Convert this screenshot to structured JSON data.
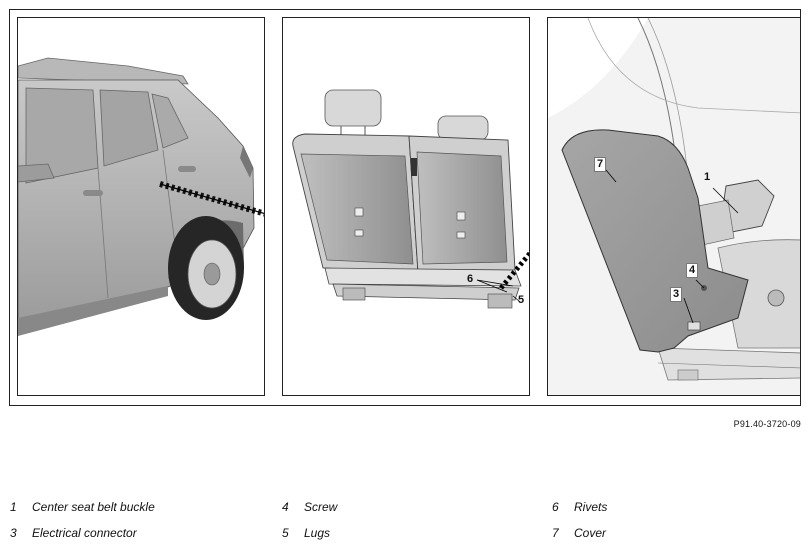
{
  "callouts": {
    "p2_6": "6",
    "p2_5": "5",
    "p3_7": "7",
    "p3_1": "1",
    "p3_4": "4",
    "p3_3": "3"
  },
  "figure_code": "P91.40-3720-09",
  "legend": [
    {
      "num": "1",
      "label": "Center seat belt buckle"
    },
    {
      "num": "3",
      "label": "Electrical connector"
    },
    {
      "num": "4",
      "label": "Screw"
    },
    {
      "num": "5",
      "label": "Lugs"
    },
    {
      "num": "6",
      "label": "Rivets"
    },
    {
      "num": "7",
      "label": "Cover"
    }
  ]
}
